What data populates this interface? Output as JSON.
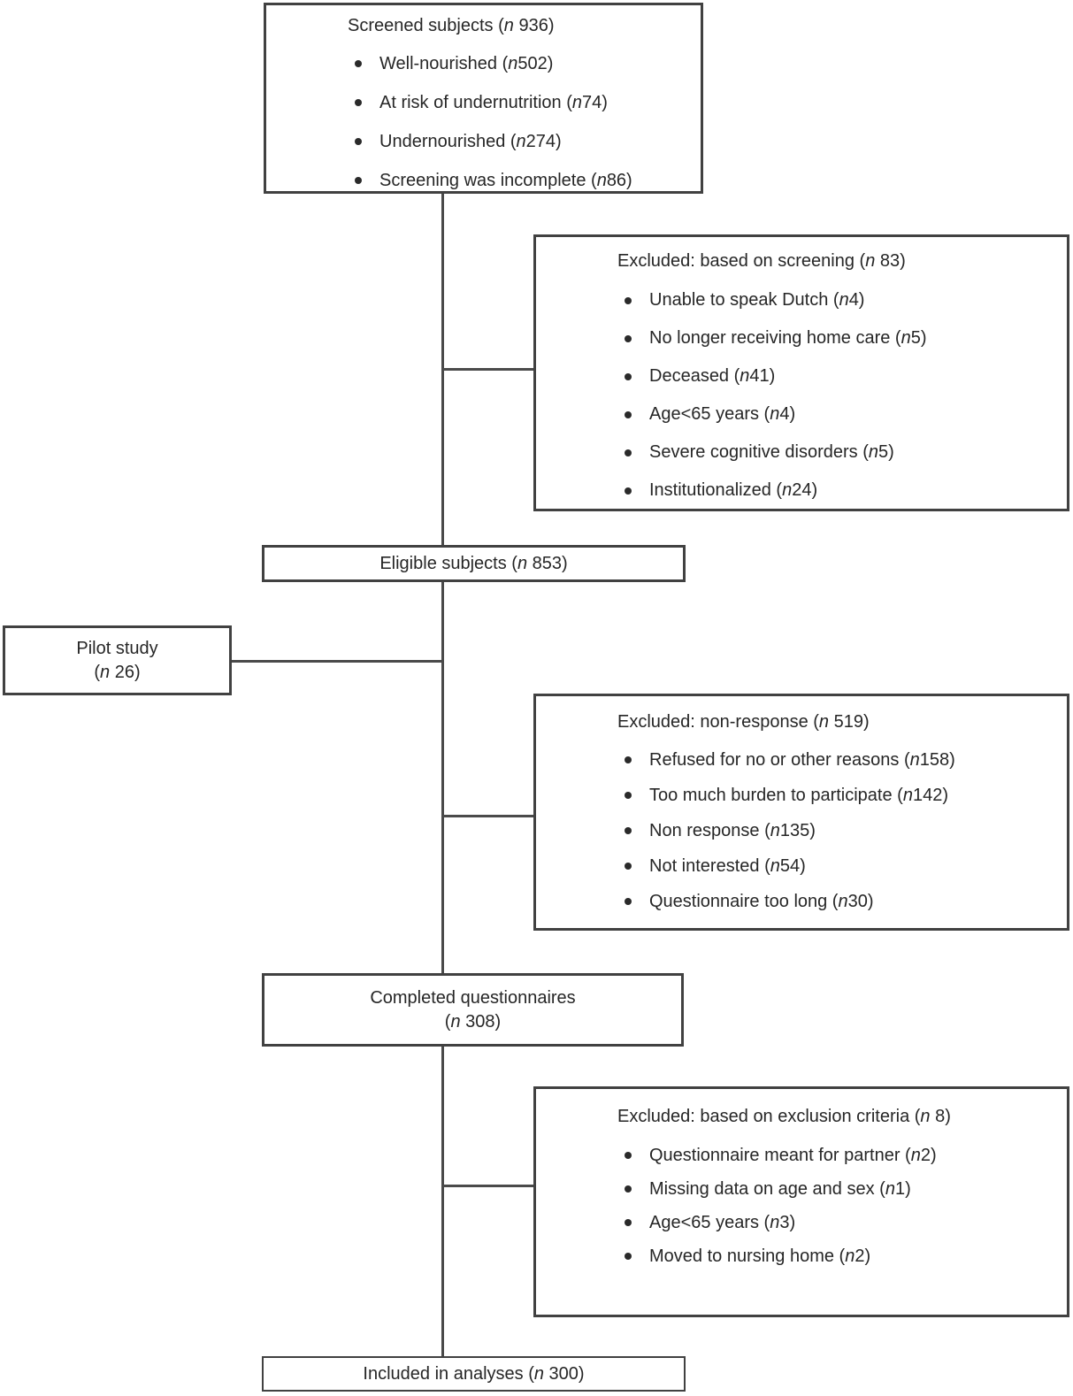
{
  "colors": {
    "box_border": "#414141",
    "connector_line": "#4a4a4a",
    "text": "#262626",
    "background": "#ffffff"
  },
  "boxes": {
    "screened": {
      "title": {
        "pre": "Screened subjects (",
        "n": "n",
        "post": " 936)"
      },
      "items": [
        {
          "pre": "Well-nourished (",
          "n": "n",
          "post": " 502)"
        },
        {
          "pre": "At risk of undernutrition (",
          "n": "n",
          "post": " 74)"
        },
        {
          "pre": "Undernourished (",
          "n": "n",
          "post": " 274)"
        },
        {
          "pre": "Screening was incomplete (",
          "n": "n",
          "post": " 86)"
        }
      ]
    },
    "excluded_screening": {
      "title": {
        "pre": "Excluded: based on screening (",
        "n": "n",
        "post": " 83)"
      },
      "items": [
        {
          "pre": "Unable to speak Dutch (",
          "n": "n",
          "post": " 4)"
        },
        {
          "pre": "No longer receiving home care (",
          "n": "n",
          "post": " 5)"
        },
        {
          "pre": "Deceased (",
          "n": "n",
          "post": " 41)"
        },
        {
          "pre": "Age<65 years (",
          "n": "n",
          "post": " 4)"
        },
        {
          "pre": "Severe cognitive disorders (",
          "n": "n",
          "post": " 5)"
        },
        {
          "pre": "Institutionalized (",
          "n": "n",
          "post": " 24)"
        }
      ]
    },
    "eligible": {
      "title": {
        "pre": "Eligible subjects (",
        "n": "n",
        "post": " 853)"
      }
    },
    "pilot": {
      "line1": "Pilot study",
      "count": {
        "pre": "(",
        "n": "n",
        "post": " 26)"
      }
    },
    "excluded_nonresponse": {
      "title": {
        "pre": "Excluded: non-response (",
        "n": "n",
        "post": " 519)"
      },
      "items": [
        {
          "pre": "Refused for no or other reasons (",
          "n": "n",
          "post": " 158)"
        },
        {
          "pre": "Too much burden to participate (",
          "n": "n",
          "post": " 142)"
        },
        {
          "pre": "Non response (",
          "n": "n",
          "post": " 135)"
        },
        {
          "pre": "Not interested (",
          "n": "n",
          "post": " 54)"
        },
        {
          "pre": "Questionnaire too long (",
          "n": "n",
          "post": " 30)"
        }
      ]
    },
    "completed": {
      "line1": "Completed questionnaires",
      "count": {
        "pre": "(",
        "n": "n",
        "post": " 308)"
      }
    },
    "excluded_criteria": {
      "title": {
        "pre": "Excluded: based on exclusion criteria (",
        "n": "n",
        "post": " 8)"
      },
      "items": [
        {
          "pre": "Questionnaire meant for partner (",
          "n": "n",
          "post": " 2)"
        },
        {
          "pre": "Missing data on age and sex (",
          "n": "n",
          "post": " 1)"
        },
        {
          "pre": "Age<65 years (",
          "n": "n",
          "post": " 3)"
        },
        {
          "pre": "Moved to nursing home (",
          "n": "n",
          "post": " 2)"
        }
      ]
    },
    "included": {
      "title": {
        "pre": "Included in analyses (",
        "n": "n",
        "post": " 300)"
      }
    }
  }
}
